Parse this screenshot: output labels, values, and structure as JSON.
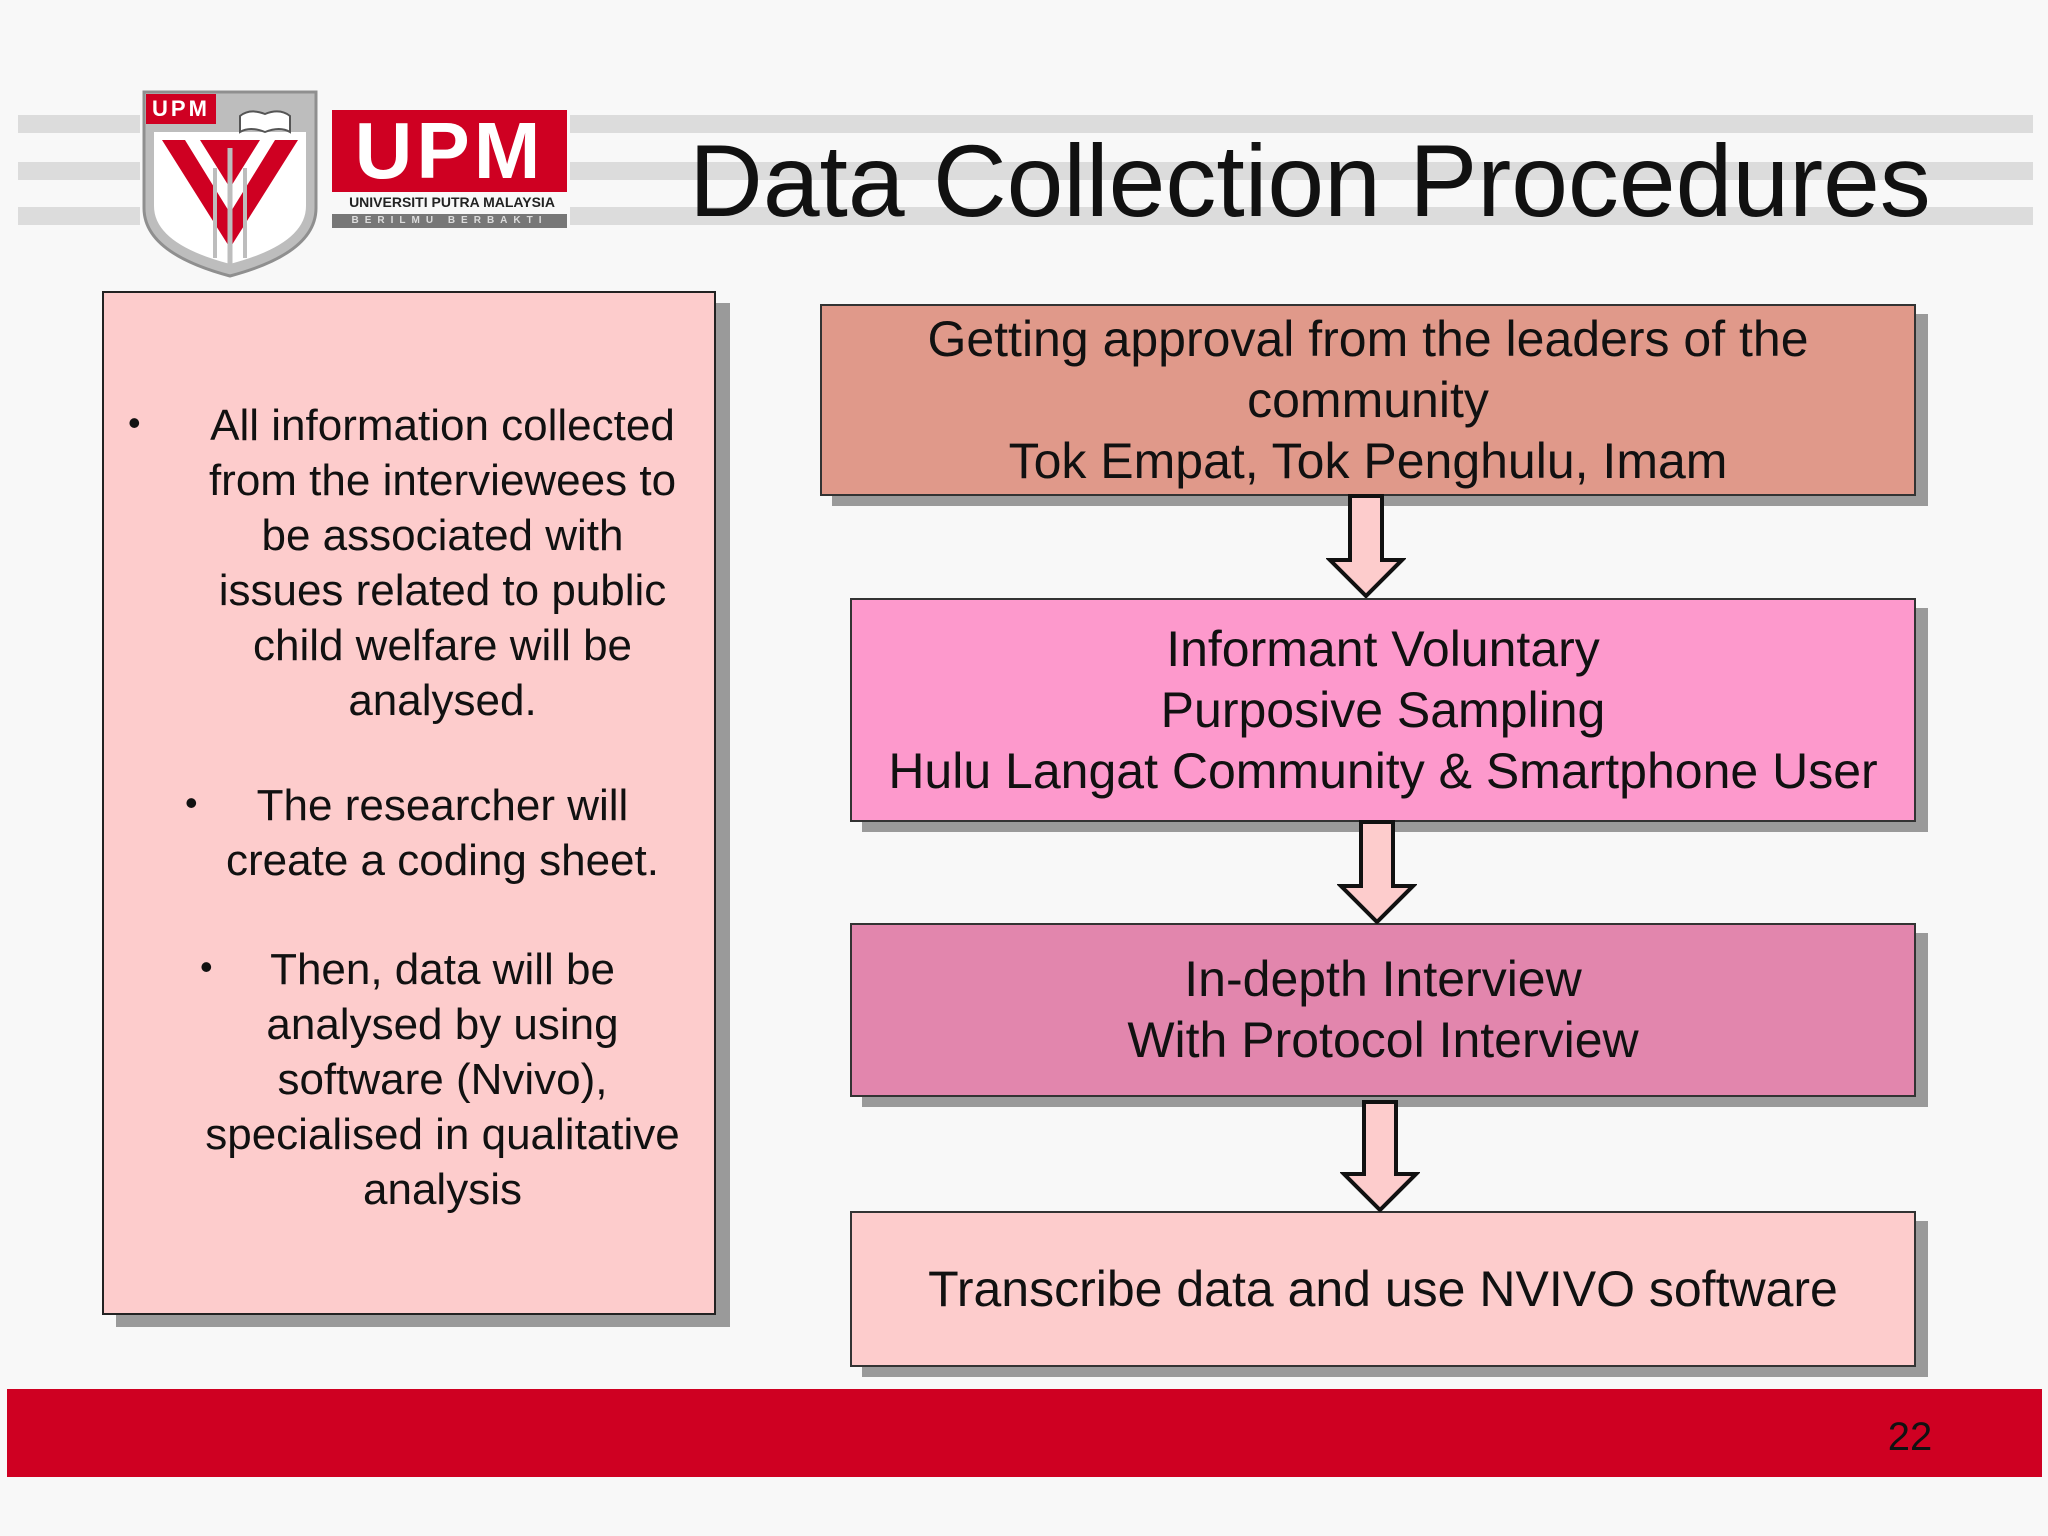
{
  "header": {
    "title": "Data Collection Procedures",
    "logo": {
      "shield_text": "UPM",
      "wordmark": "UPM",
      "university": "UNIVERSITI PUTRA MALAYSIA",
      "motto": "BERILMU BERBAKTI"
    }
  },
  "left_panel": {
    "bullets": [
      {
        "lines": [
          "All  information collected",
          "from the interviewees to",
          "be associated with",
          "issues related to public",
          "child welfare will be",
          "analysed."
        ]
      },
      {
        "lines": [
          "The researcher will",
          "create a coding sheet."
        ]
      },
      {
        "lines": [
          "Then, data will be",
          "analysed by using",
          "software (Nvivo),",
          "specialised in qualitative",
          "analysis"
        ]
      }
    ]
  },
  "flow": {
    "steps": [
      {
        "lines": [
          "Getting approval from the leaders of the",
          "community",
          "Tok Empat, Tok Penghulu, Imam"
        ],
        "color": "#e0998a"
      },
      {
        "lines": [
          "Informant Voluntary",
          "Purposive Sampling",
          "Hulu Langat Community & Smartphone User"
        ],
        "color": "#fd99cc"
      },
      {
        "lines": [
          "In-depth Interview",
          "With Protocol Interview"
        ],
        "color": "#e286ad"
      },
      {
        "lines": [
          "Transcribe data and use NVIVO software"
        ],
        "color": "#fdcccc"
      }
    ]
  },
  "colors": {
    "accent_red": "#cf0022",
    "arrow_fill": "#fdcccc"
  },
  "footer": {
    "page_number": "22"
  }
}
